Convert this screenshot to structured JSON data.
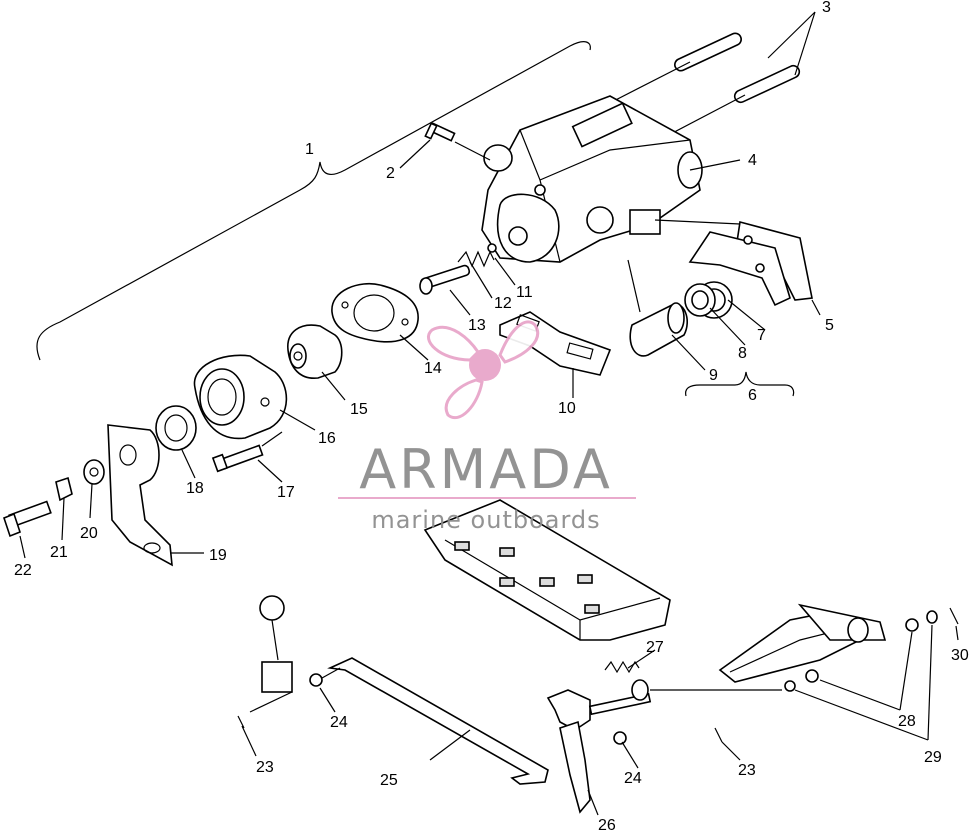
{
  "watermark": {
    "brand": "ARMADA",
    "tagline": "marine outboards",
    "accent_color": "#e8a3c8",
    "text_color": "#8a8a8a",
    "logo_icon": "propeller-icon"
  },
  "callouts": {
    "c1": "1",
    "c2": "2",
    "c3": "3",
    "c4": "4",
    "c5": "5",
    "c6": "6",
    "c7": "7",
    "c8": "8",
    "c9": "9",
    "c10": "10",
    "c11": "11",
    "c12": "12",
    "c13": "13",
    "c14": "14",
    "c15": "15",
    "c16": "16",
    "c17": "17",
    "c18": "18",
    "c19": "19",
    "c20": "20",
    "c21": "21",
    "c22": "22",
    "c23a": "23",
    "c23b": "23",
    "c24a": "24",
    "c24b": "24",
    "c25": "25",
    "c26": "26",
    "c27": "27",
    "c28": "28",
    "c29": "29",
    "c30": "30"
  }
}
